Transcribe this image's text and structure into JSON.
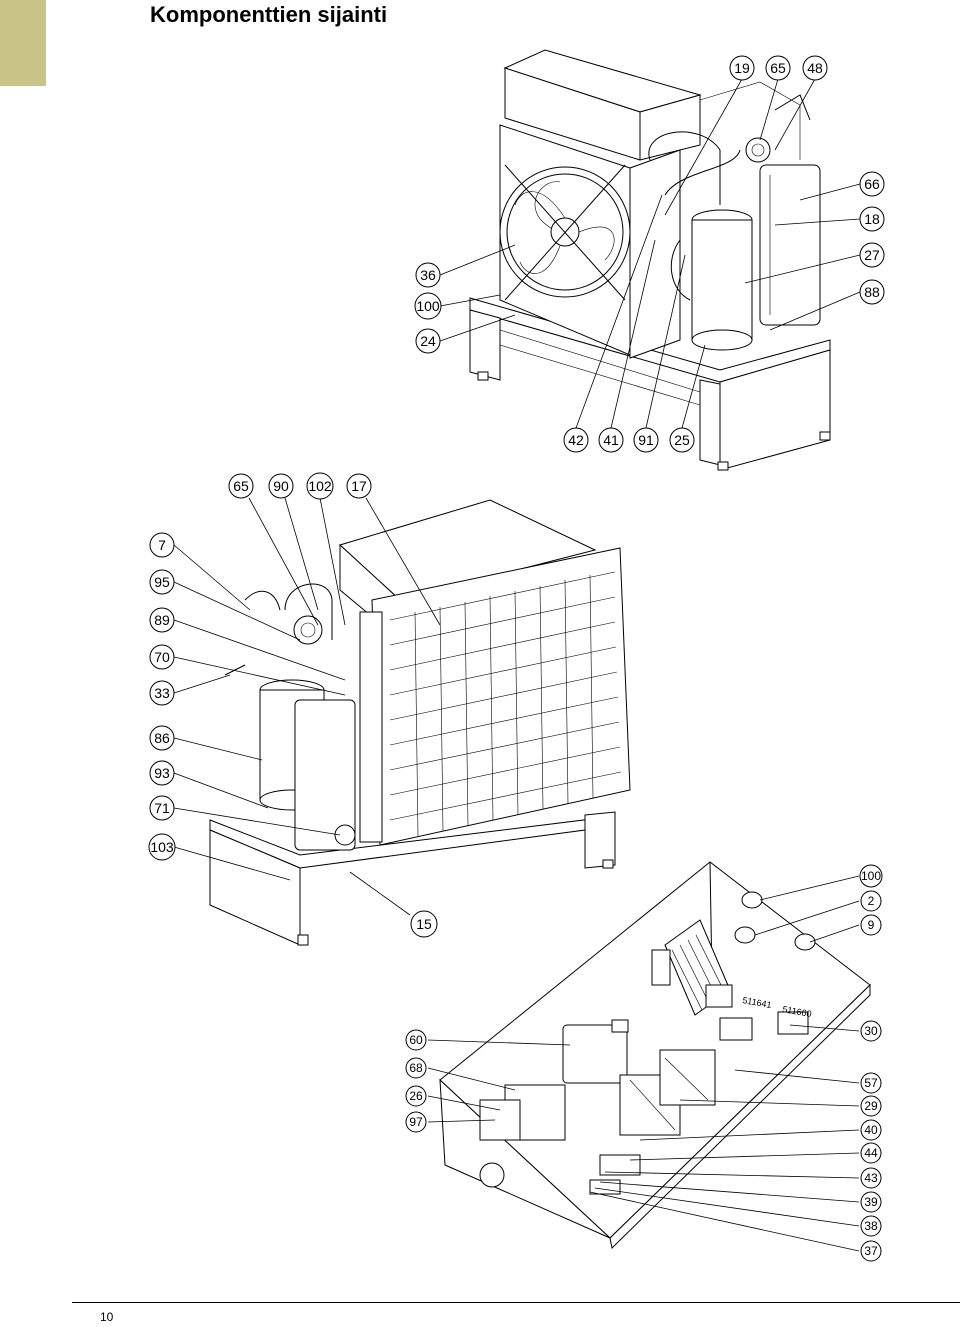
{
  "page": {
    "title": "Komponenttien sijainti",
    "page_number": "10",
    "accent_color": "#c8c487"
  },
  "figures": {
    "top_unit": {
      "callouts": [
        "19",
        "65",
        "48",
        "66",
        "18",
        "27",
        "88",
        "36",
        "100",
        "24",
        "42",
        "41",
        "91",
        "25"
      ]
    },
    "side_unit": {
      "callouts": [
        "65",
        "90",
        "102",
        "17",
        "7",
        "95",
        "89",
        "70",
        "33",
        "86",
        "93",
        "71",
        "103",
        "15"
      ]
    },
    "electrical_box": {
      "callouts": [
        "100",
        "2",
        "9",
        "30",
        "60",
        "68",
        "26",
        "97",
        "57",
        "29",
        "40",
        "44",
        "43",
        "39",
        "38",
        "37"
      ],
      "labels": {
        "terminal_a": "511641",
        "terminal_b": "511660"
      }
    }
  }
}
